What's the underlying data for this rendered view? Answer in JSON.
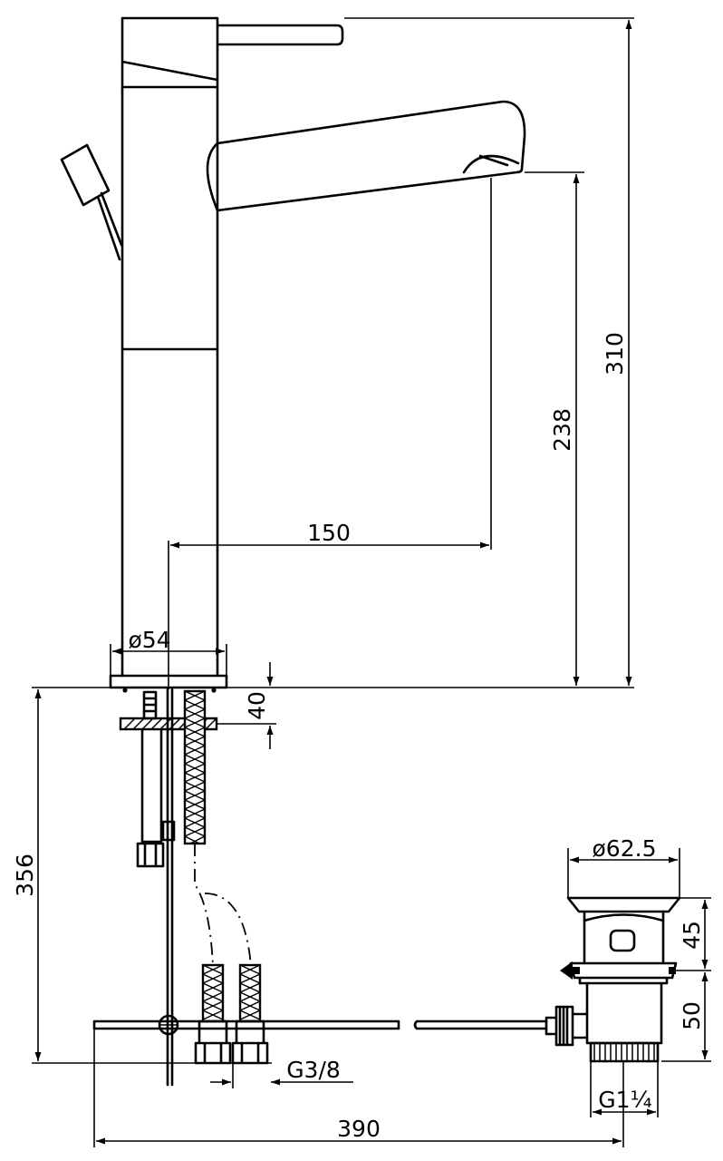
{
  "dimensions": {
    "total_height": "310",
    "spout_height": "238",
    "spout_reach": "150",
    "base_diameter": "ø54",
    "max_deck_thickness": "40",
    "below_deck_length": "356",
    "waste_flange_diameter": "ø62.5",
    "waste_flange_height": "45",
    "waste_body_height": "50",
    "inlet_thread": "G3/8",
    "waste_thread": "G1¼",
    "pop_up_rod_length": "390"
  }
}
